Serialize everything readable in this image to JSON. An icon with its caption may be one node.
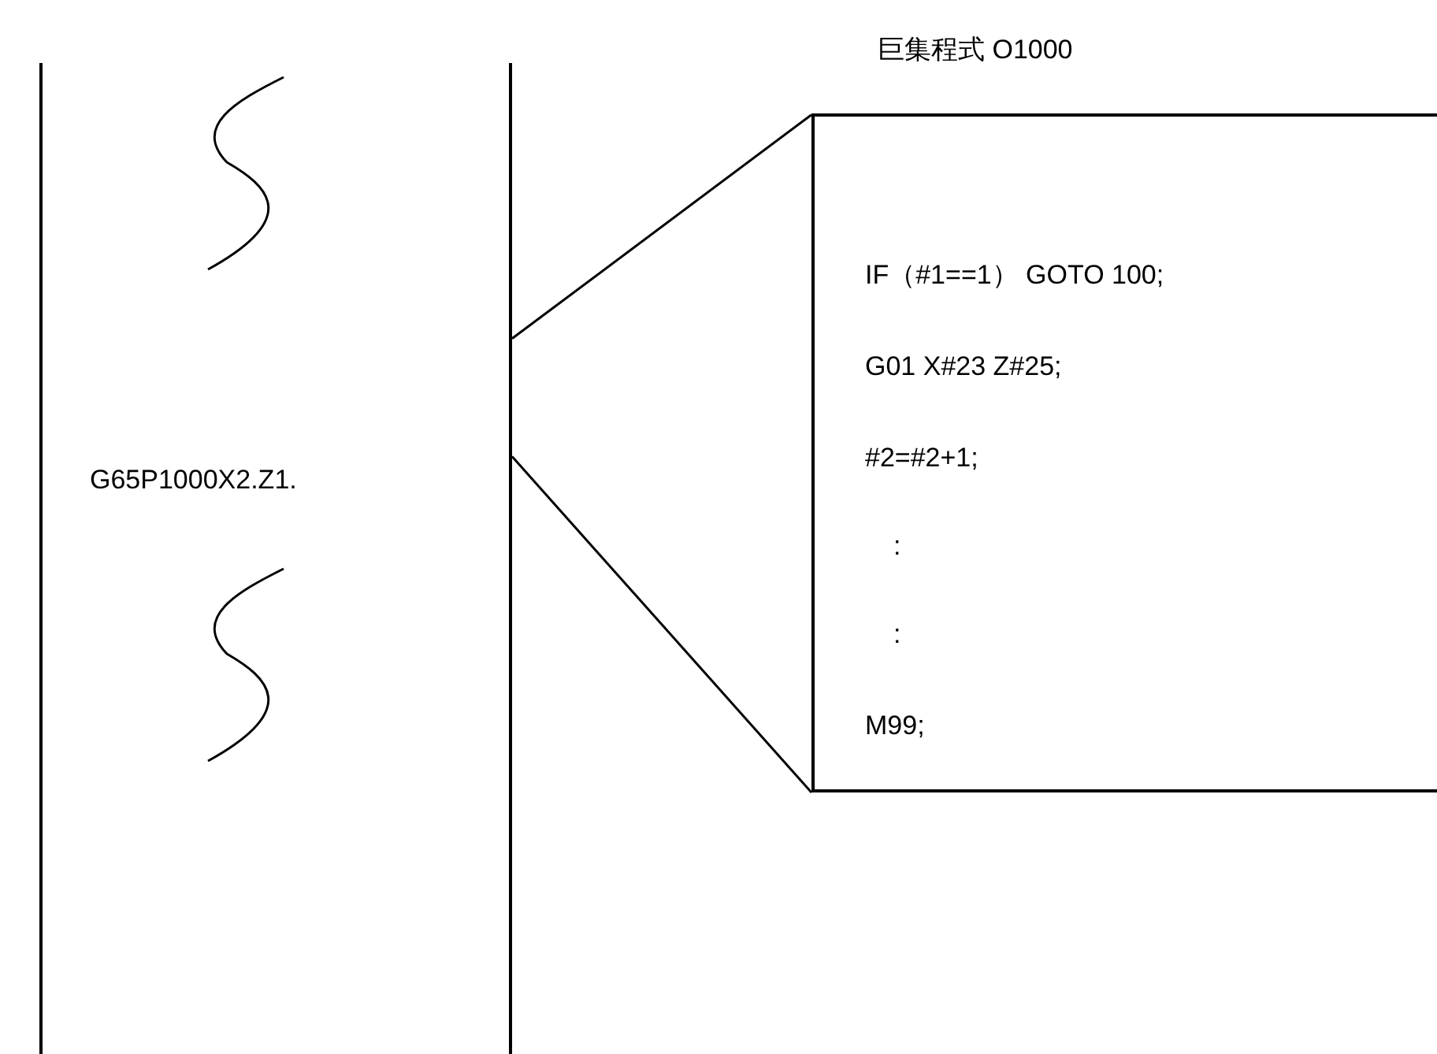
{
  "diagram": {
    "nodes": [
      {
        "text": [
          "G65P1000X2.Z1."
        ]
      },
      {
        "text": [
          "巨集程式 O1000",
          "IF（#1==1） GOTO 100;",
          "G01 X#23 Z#25;",
          "#2=#2+1;",
          ":",
          ":",
          "M99;"
        ]
      }
    ],
    "edges": [
      {
        "from": 0,
        "to": 1,
        "arrow": "none"
      },
      {
        "from": 0,
        "to": 1,
        "arrow": "none"
      }
    ]
  }
}
